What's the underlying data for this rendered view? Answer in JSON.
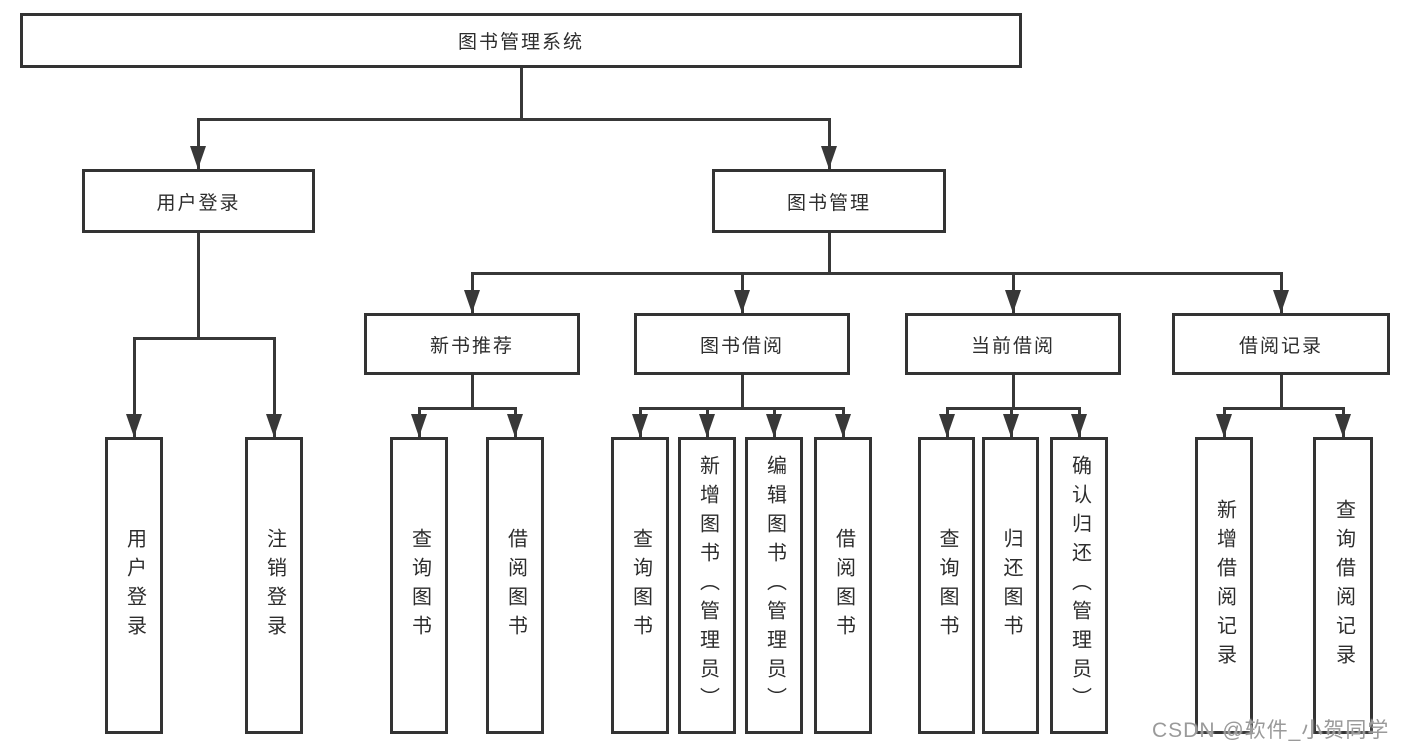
{
  "tree": {
    "root": {
      "label": "图书管理系统"
    },
    "branches": [
      {
        "label": "用户登录",
        "children": [
          {
            "label": "用户登录"
          },
          {
            "label": "注销登录"
          }
        ]
      },
      {
        "label": "图书管理",
        "children": [
          {
            "label": "新书推荐",
            "children": [
              {
                "label": "查询图书"
              },
              {
                "label": "借阅图书"
              }
            ]
          },
          {
            "label": "图书借阅",
            "children": [
              {
                "label": "查询图书"
              },
              {
                "label": "新增图书（管理员）"
              },
              {
                "label": "编辑图书（管理员）"
              },
              {
                "label": "借阅图书"
              }
            ]
          },
          {
            "label": "当前借阅",
            "children": [
              {
                "label": "查询图书"
              },
              {
                "label": "归还图书"
              },
              {
                "label": "确认归还（管理员）"
              }
            ]
          },
          {
            "label": "借阅记录",
            "children": [
              {
                "label": "新增借阅记录"
              },
              {
                "label": "查询借阅记录"
              }
            ]
          }
        ]
      }
    ]
  },
  "watermark": {
    "text": "CSDN @软件_小贺同学"
  },
  "colors": {
    "bg": "#ffffff",
    "border": "#333333",
    "line": "#383838",
    "text": "#2d2d2d",
    "watermark": "#9a9a9a"
  }
}
